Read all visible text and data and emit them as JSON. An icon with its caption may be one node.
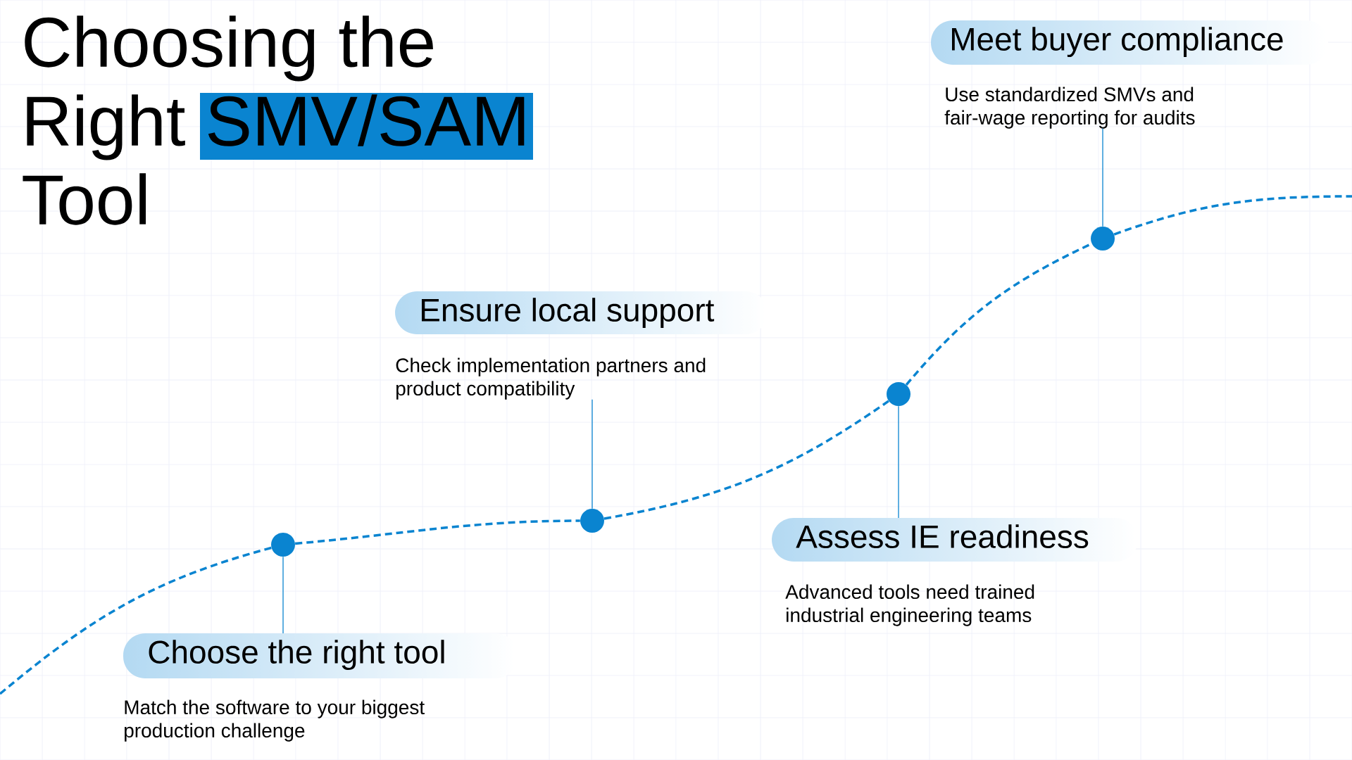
{
  "diagram": {
    "title": "Choosing the Right SMV/SAM Tool",
    "nodes": [
      {
        "text": [
          "Choose the right tool",
          "Match the software to your biggest production challenge"
        ]
      },
      {
        "text": [
          "Ensure local support",
          "Check implementation partners and product compatibility"
        ]
      },
      {
        "text": [
          "Assess IE readiness",
          "Advanced tools need trained industrial engineering teams"
        ]
      },
      {
        "text": [
          "Meet buyer compliance",
          "Use standardized SMVs and fair-wage reporting for audits"
        ]
      },
      {
        "text": [],
        "shape": "circle"
      },
      {
        "text": [],
        "shape": "circle"
      },
      {
        "text": [],
        "shape": "circle"
      },
      {
        "text": [],
        "shape": "circle"
      }
    ],
    "edges": [
      {
        "from": 0,
        "to": 4,
        "arrow": "none"
      },
      {
        "from": 1,
        "to": 5,
        "arrow": "none"
      },
      {
        "from": 2,
        "to": 6,
        "arrow": "none"
      },
      {
        "from": 3,
        "to": 7,
        "arrow": "none"
      },
      {
        "from": null,
        "to": 4,
        "arrow": "none",
        "style": "dashed"
      },
      {
        "from": 4,
        "to": 5,
        "arrow": "none",
        "style": "dashed"
      },
      {
        "from": 5,
        "to": 6,
        "arrow": "none",
        "style": "dashed"
      },
      {
        "from": 6,
        "to": 7,
        "arrow": "none",
        "style": "dashed"
      },
      {
        "from": 7,
        "to": null,
        "arrow": "none",
        "style": "dashed"
      }
    ]
  }
}
